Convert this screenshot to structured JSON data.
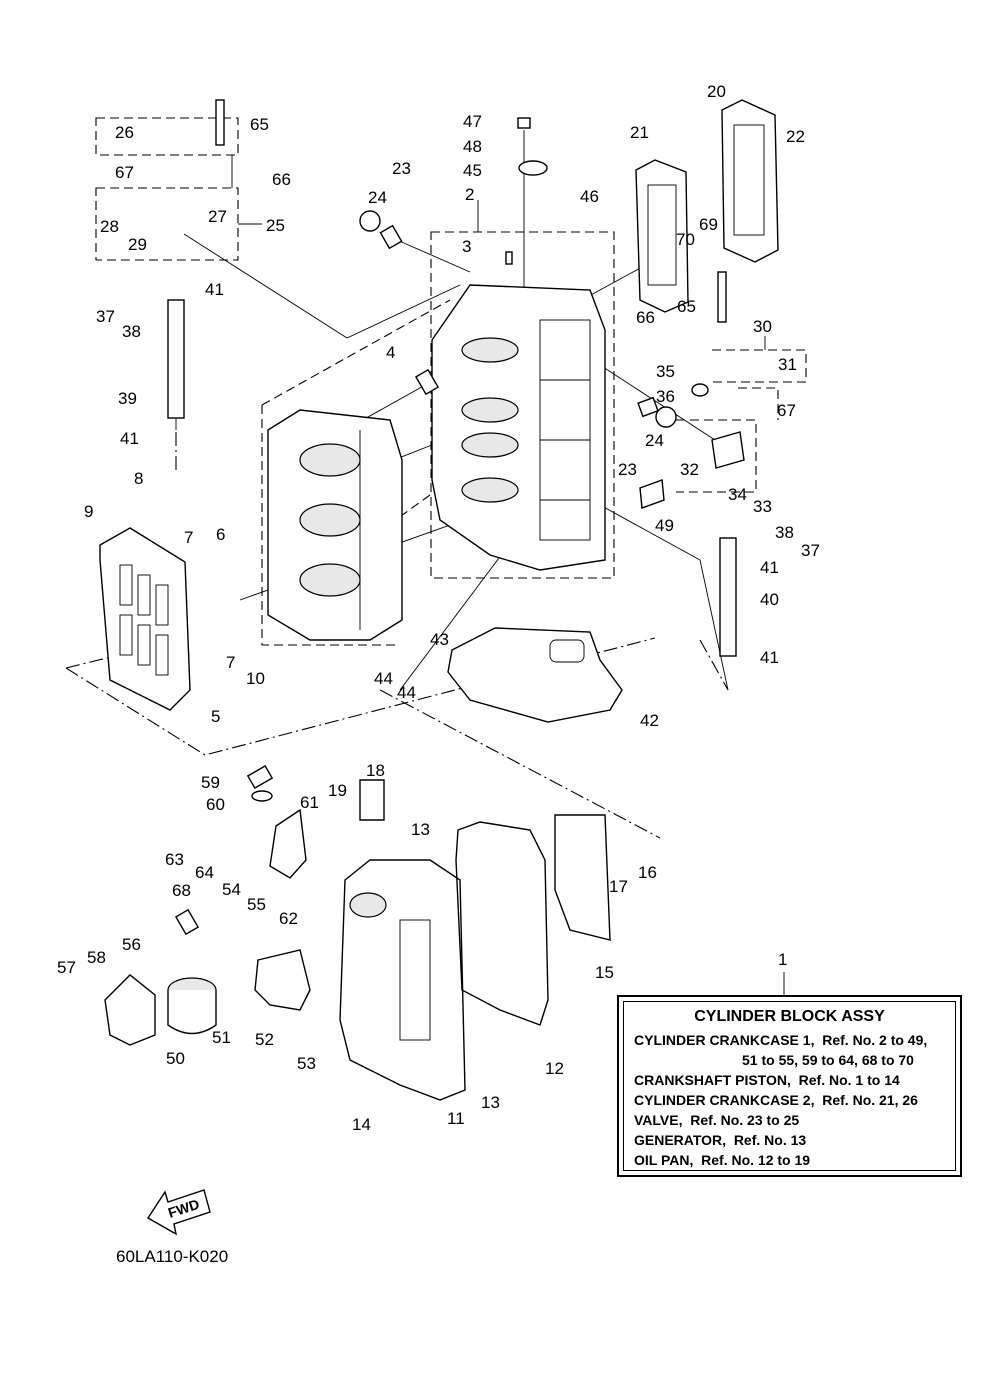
{
  "diagram": {
    "assembly_ref": "1",
    "drawing_code": "60LA110-K020",
    "fwd_label": "FWD",
    "callouts": [
      {
        "id": "c65a",
        "text": "65"
      },
      {
        "id": "c26",
        "text": "26"
      },
      {
        "id": "c66a",
        "text": "66"
      },
      {
        "id": "c67a",
        "text": "67"
      },
      {
        "id": "c28",
        "text": "28"
      },
      {
        "id": "c29",
        "text": "29"
      },
      {
        "id": "c27",
        "text": "27"
      },
      {
        "id": "c25",
        "text": "25"
      },
      {
        "id": "c41a",
        "text": "41"
      },
      {
        "id": "c37a",
        "text": "37"
      },
      {
        "id": "c38a",
        "text": "38"
      },
      {
        "id": "c39",
        "text": "39"
      },
      {
        "id": "c41b",
        "text": "41"
      },
      {
        "id": "c47",
        "text": "47"
      },
      {
        "id": "c48",
        "text": "48"
      },
      {
        "id": "c45",
        "text": "45"
      },
      {
        "id": "c46",
        "text": "46"
      },
      {
        "id": "c23a",
        "text": "23"
      },
      {
        "id": "c24a",
        "text": "24"
      },
      {
        "id": "c2",
        "text": "2"
      },
      {
        "id": "c3",
        "text": "3"
      },
      {
        "id": "c21",
        "text": "21"
      },
      {
        "id": "c20",
        "text": "20"
      },
      {
        "id": "c22",
        "text": "22"
      },
      {
        "id": "c69",
        "text": "69"
      },
      {
        "id": "c70",
        "text": "70"
      },
      {
        "id": "c65b",
        "text": "65"
      },
      {
        "id": "c66b",
        "text": "66"
      },
      {
        "id": "c30",
        "text": "30"
      },
      {
        "id": "c31",
        "text": "31"
      },
      {
        "id": "c35",
        "text": "35"
      },
      {
        "id": "c36",
        "text": "36"
      },
      {
        "id": "c67b",
        "text": "67"
      },
      {
        "id": "c4",
        "text": "4"
      },
      {
        "id": "c24b",
        "text": "24"
      },
      {
        "id": "c23b",
        "text": "23"
      },
      {
        "id": "c32",
        "text": "32"
      },
      {
        "id": "c34",
        "text": "34"
      },
      {
        "id": "c33",
        "text": "33"
      },
      {
        "id": "c38b",
        "text": "38"
      },
      {
        "id": "c37b",
        "text": "37"
      },
      {
        "id": "c8",
        "text": "8"
      },
      {
        "id": "c9",
        "text": "9"
      },
      {
        "id": "c6",
        "text": "6"
      },
      {
        "id": "c7a",
        "text": "7"
      },
      {
        "id": "c49",
        "text": "49"
      },
      {
        "id": "c41c",
        "text": "41"
      },
      {
        "id": "c40",
        "text": "40"
      },
      {
        "id": "c7b",
        "text": "7"
      },
      {
        "id": "c43",
        "text": "43"
      },
      {
        "id": "c10",
        "text": "10"
      },
      {
        "id": "c44a",
        "text": "44"
      },
      {
        "id": "c44b",
        "text": "44"
      },
      {
        "id": "c41d",
        "text": "41"
      },
      {
        "id": "c5",
        "text": "5"
      },
      {
        "id": "c42",
        "text": "42"
      },
      {
        "id": "c59",
        "text": "59"
      },
      {
        "id": "c18",
        "text": "18"
      },
      {
        "id": "c60",
        "text": "60"
      },
      {
        "id": "c19",
        "text": "19"
      },
      {
        "id": "c61",
        "text": "61"
      },
      {
        "id": "c13a",
        "text": "13"
      },
      {
        "id": "c63",
        "text": "63"
      },
      {
        "id": "c64",
        "text": "64"
      },
      {
        "id": "c16",
        "text": "16"
      },
      {
        "id": "c17",
        "text": "17"
      },
      {
        "id": "c68",
        "text": "68"
      },
      {
        "id": "c54",
        "text": "54"
      },
      {
        "id": "c62",
        "text": "62"
      },
      {
        "id": "c55",
        "text": "55"
      },
      {
        "id": "c56",
        "text": "56"
      },
      {
        "id": "c15",
        "text": "15"
      },
      {
        "id": "c57",
        "text": "57"
      },
      {
        "id": "c58",
        "text": "58"
      },
      {
        "id": "c1",
        "text": "1"
      },
      {
        "id": "c51",
        "text": "51"
      },
      {
        "id": "c52",
        "text": "52"
      },
      {
        "id": "c50",
        "text": "50"
      },
      {
        "id": "c53",
        "text": "53"
      },
      {
        "id": "c12",
        "text": "12"
      },
      {
        "id": "c13b",
        "text": "13"
      },
      {
        "id": "c14",
        "text": "14"
      },
      {
        "id": "c11",
        "text": "11"
      }
    ]
  },
  "legend": {
    "title": "CYLINDER BLOCK ASSY",
    "lines": [
      {
        "text": "CYLINDER CRANKCASE 1,  Ref. No. 2 to 49,",
        "indent": false
      },
      {
        "text": "51 to 55, 59 to 64, 68 to 70",
        "indent": true
      },
      {
        "text": "CRANKSHAFT PISTON,  Ref. No. 1 to 14",
        "indent": false
      },
      {
        "text": "CYLINDER CRANKCASE 2,  Ref. No. 21, 26",
        "indent": false
      },
      {
        "text": "VALVE,  Ref. No. 23 to 25",
        "indent": false
      },
      {
        "text": "GENERATOR,  Ref. No. 13",
        "indent": false
      },
      {
        "text": "OIL PAN,  Ref. No. 12 to 19",
        "indent": false
      }
    ]
  }
}
